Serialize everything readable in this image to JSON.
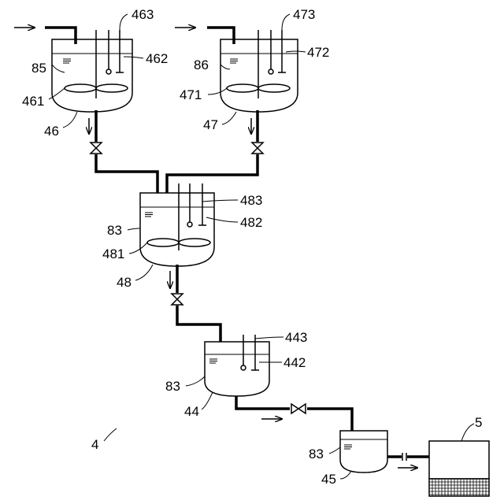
{
  "figure_number": "4",
  "labels": {
    "l463": "463",
    "l462": "462",
    "l85": "85",
    "l461": "461",
    "l46": "46",
    "l473": "473",
    "l472": "472",
    "l86": "86",
    "l471": "471",
    "l47": "47",
    "l483": "483",
    "l482": "482",
    "l83a": "83",
    "l481": "481",
    "l48": "48",
    "l443": "443",
    "l442": "442",
    "l83b": "83",
    "l44": "44",
    "l83c": "83",
    "l45": "45",
    "l5": "5"
  }
}
